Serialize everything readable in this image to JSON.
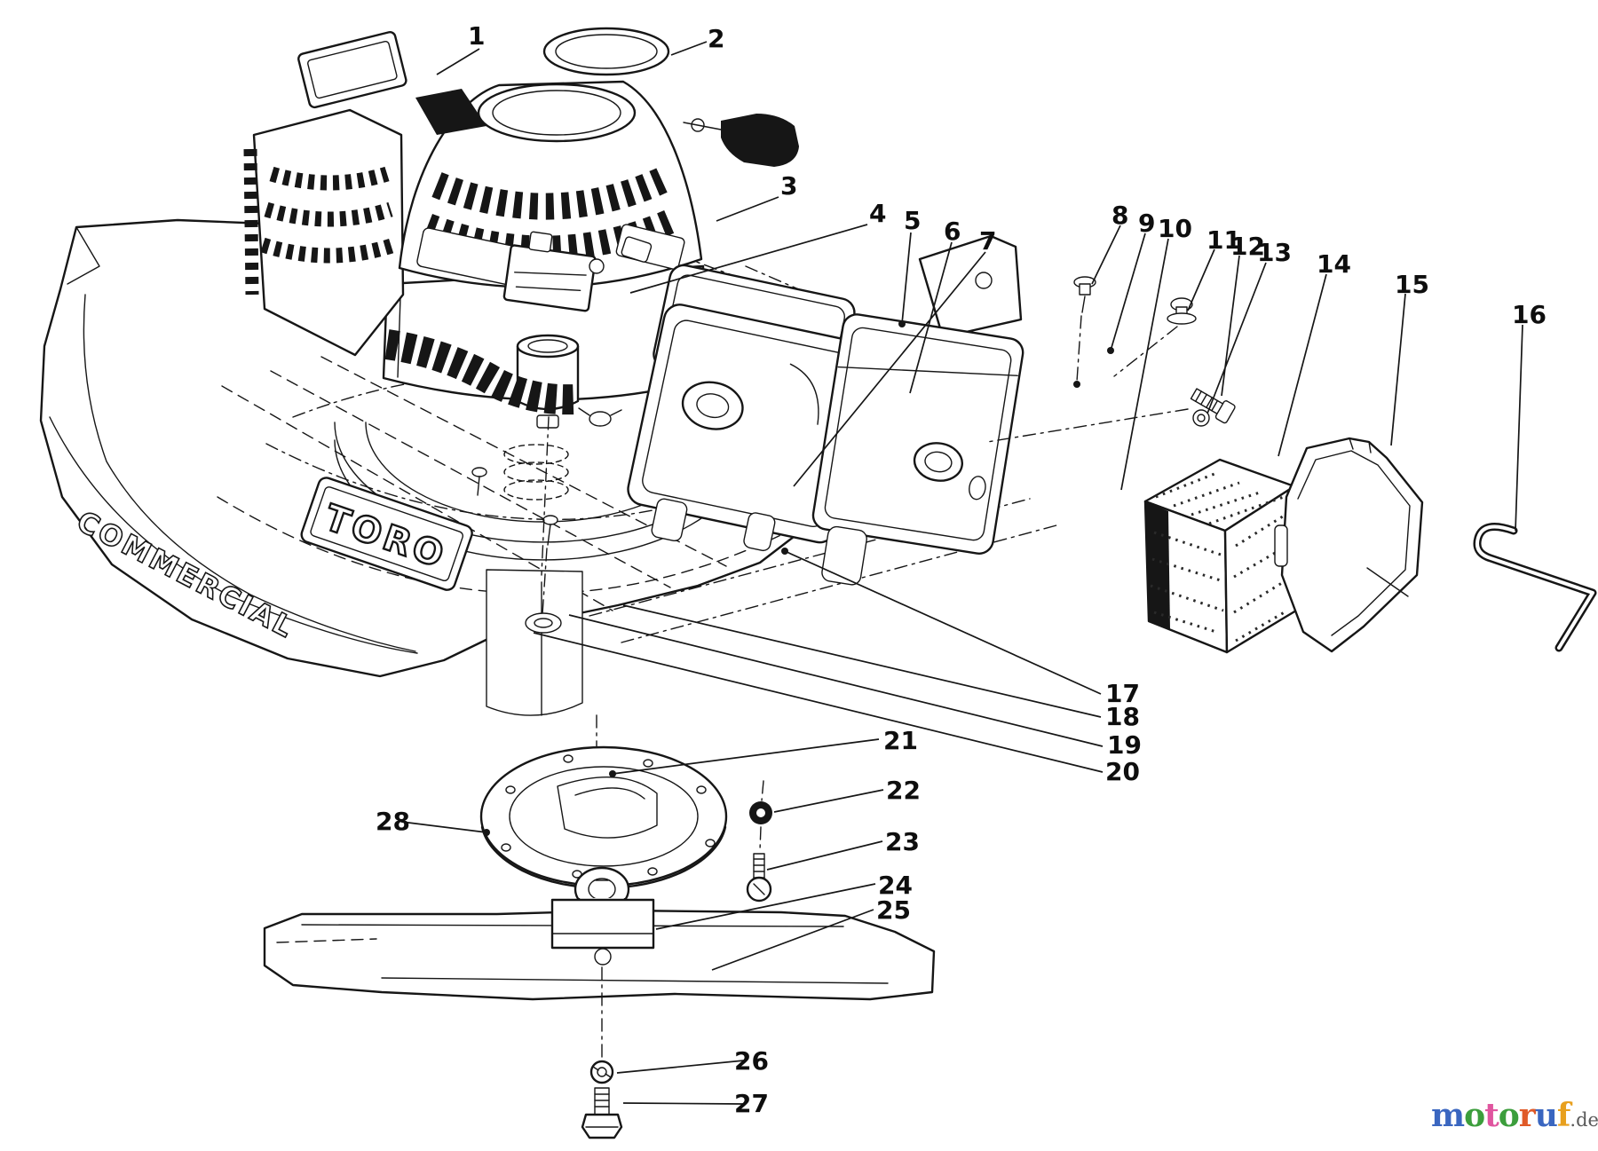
{
  "diagram": {
    "badge_text": "TORO",
    "deck_text": "COMMERCIAL",
    "callouts": [
      {
        "num": "1"
      },
      {
        "num": "2"
      },
      {
        "num": "3"
      },
      {
        "num": "4"
      },
      {
        "num": "5"
      },
      {
        "num": "6"
      },
      {
        "num": "7"
      },
      {
        "num": "8"
      },
      {
        "num": "9"
      },
      {
        "num": "10"
      },
      {
        "num": "11"
      },
      {
        "num": "12"
      },
      {
        "num": "13"
      },
      {
        "num": "14"
      },
      {
        "num": "15"
      },
      {
        "num": "16"
      },
      {
        "num": "17"
      },
      {
        "num": "18"
      },
      {
        "num": "19"
      },
      {
        "num": "20"
      },
      {
        "num": "21"
      },
      {
        "num": "22"
      },
      {
        "num": "23"
      },
      {
        "num": "24"
      },
      {
        "num": "25"
      },
      {
        "num": "26"
      },
      {
        "num": "27"
      },
      {
        "num": "28"
      }
    ]
  },
  "watermark": {
    "letters": [
      {
        "ch": "m",
        "color": "#3a66c0"
      },
      {
        "ch": "o",
        "color": "#3c9e3c"
      },
      {
        "ch": "t",
        "color": "#e0559f"
      },
      {
        "ch": "o",
        "color": "#3c9e3c"
      },
      {
        "ch": "r",
        "color": "#e05a28"
      },
      {
        "ch": "u",
        "color": "#3a66c0"
      },
      {
        "ch": "f",
        "color": "#e8a01e"
      }
    ],
    "suffix": ".de"
  }
}
